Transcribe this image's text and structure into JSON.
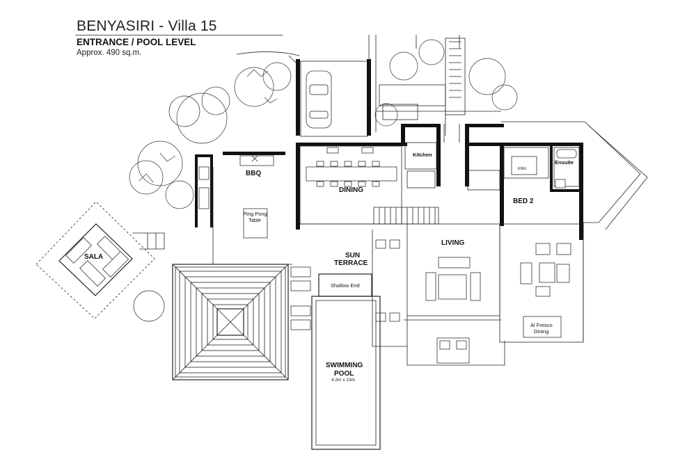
{
  "header": {
    "title": "BENYASIRI - Villa 15",
    "subtitle": "ENTRANCE / POOL LEVEL",
    "area": "Approx. 490 sq.m."
  },
  "rooms": {
    "bbq": "BBQ",
    "ping_pong_1": "Ping Pong",
    "ping_pong_2": "Table",
    "dining": "DINING",
    "kitchen": "Kitchen",
    "king": "KING",
    "ensuite": "Ensuite",
    "bed2": "BED 2",
    "living": "LIVING",
    "sun_1": "SUN",
    "sun_2": "TERRACE",
    "sala": "SALA",
    "shallow_end": "Shallow End",
    "pool_1": "SWIMMING",
    "pool_2": "POOL",
    "pool_size": "4.2m x 13m",
    "alfresco_1": "Al Fresco",
    "alfresco_2": "Dining"
  }
}
